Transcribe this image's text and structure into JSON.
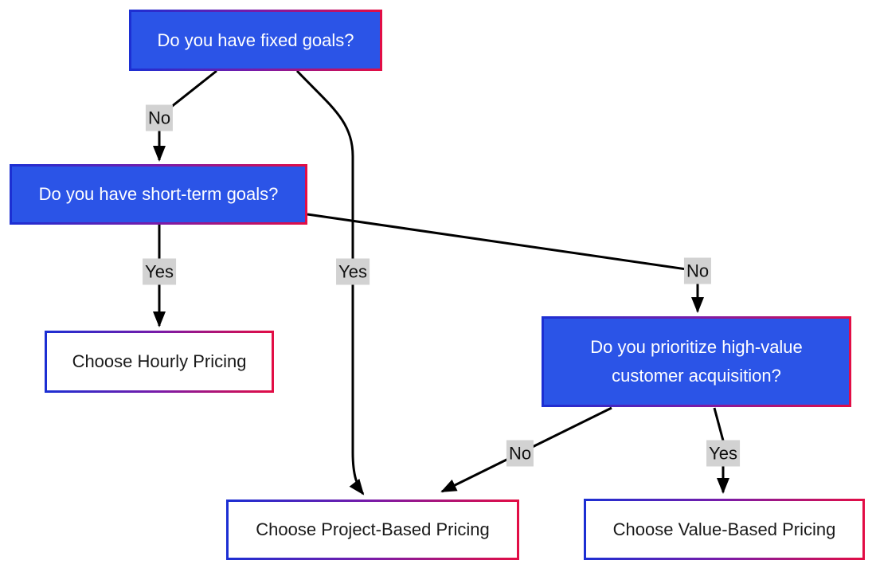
{
  "colors": {
    "canvas_bg": "#ffffff",
    "node_fill_blue": "#2b54e7",
    "node_text_light": "#ffffff",
    "node_fill_white": "#ffffff",
    "node_text_dark": "#1a1a1a",
    "grad_blue": "#1c2fd3",
    "grad_purple": "#7a1ba8",
    "grad_red": "#e20d45",
    "edge_line": "#000000",
    "edge_label_bg": "#d2d2d2",
    "edge_label_text": "#111111"
  },
  "diagram": {
    "type": "flowchart-decision-tree",
    "nodes": [
      {
        "id": "fixed-goals",
        "label": "Do you have fixed goals?",
        "kind": "question"
      },
      {
        "id": "short-term",
        "label": "Do you have short-term goals?",
        "kind": "question"
      },
      {
        "id": "hourly",
        "label": "Choose Hourly Pricing",
        "kind": "answer"
      },
      {
        "id": "high-value",
        "label": "Do you prioritize high-value customer acquisition?",
        "kind": "question"
      },
      {
        "id": "project",
        "label": "Choose Project-Based Pricing",
        "kind": "answer"
      },
      {
        "id": "value",
        "label": "Choose Value-Based Pricing",
        "kind": "answer"
      }
    ],
    "edges": [
      {
        "from": "fixed-goals",
        "to": "short-term",
        "label": "No"
      },
      {
        "from": "fixed-goals",
        "to": "project",
        "label": "Yes"
      },
      {
        "from": "short-term",
        "to": "hourly",
        "label": "Yes"
      },
      {
        "from": "short-term",
        "to": "high-value",
        "label": "No"
      },
      {
        "from": "high-value",
        "to": "project",
        "label": "No"
      },
      {
        "from": "high-value",
        "to": "value",
        "label": "Yes"
      }
    ]
  }
}
